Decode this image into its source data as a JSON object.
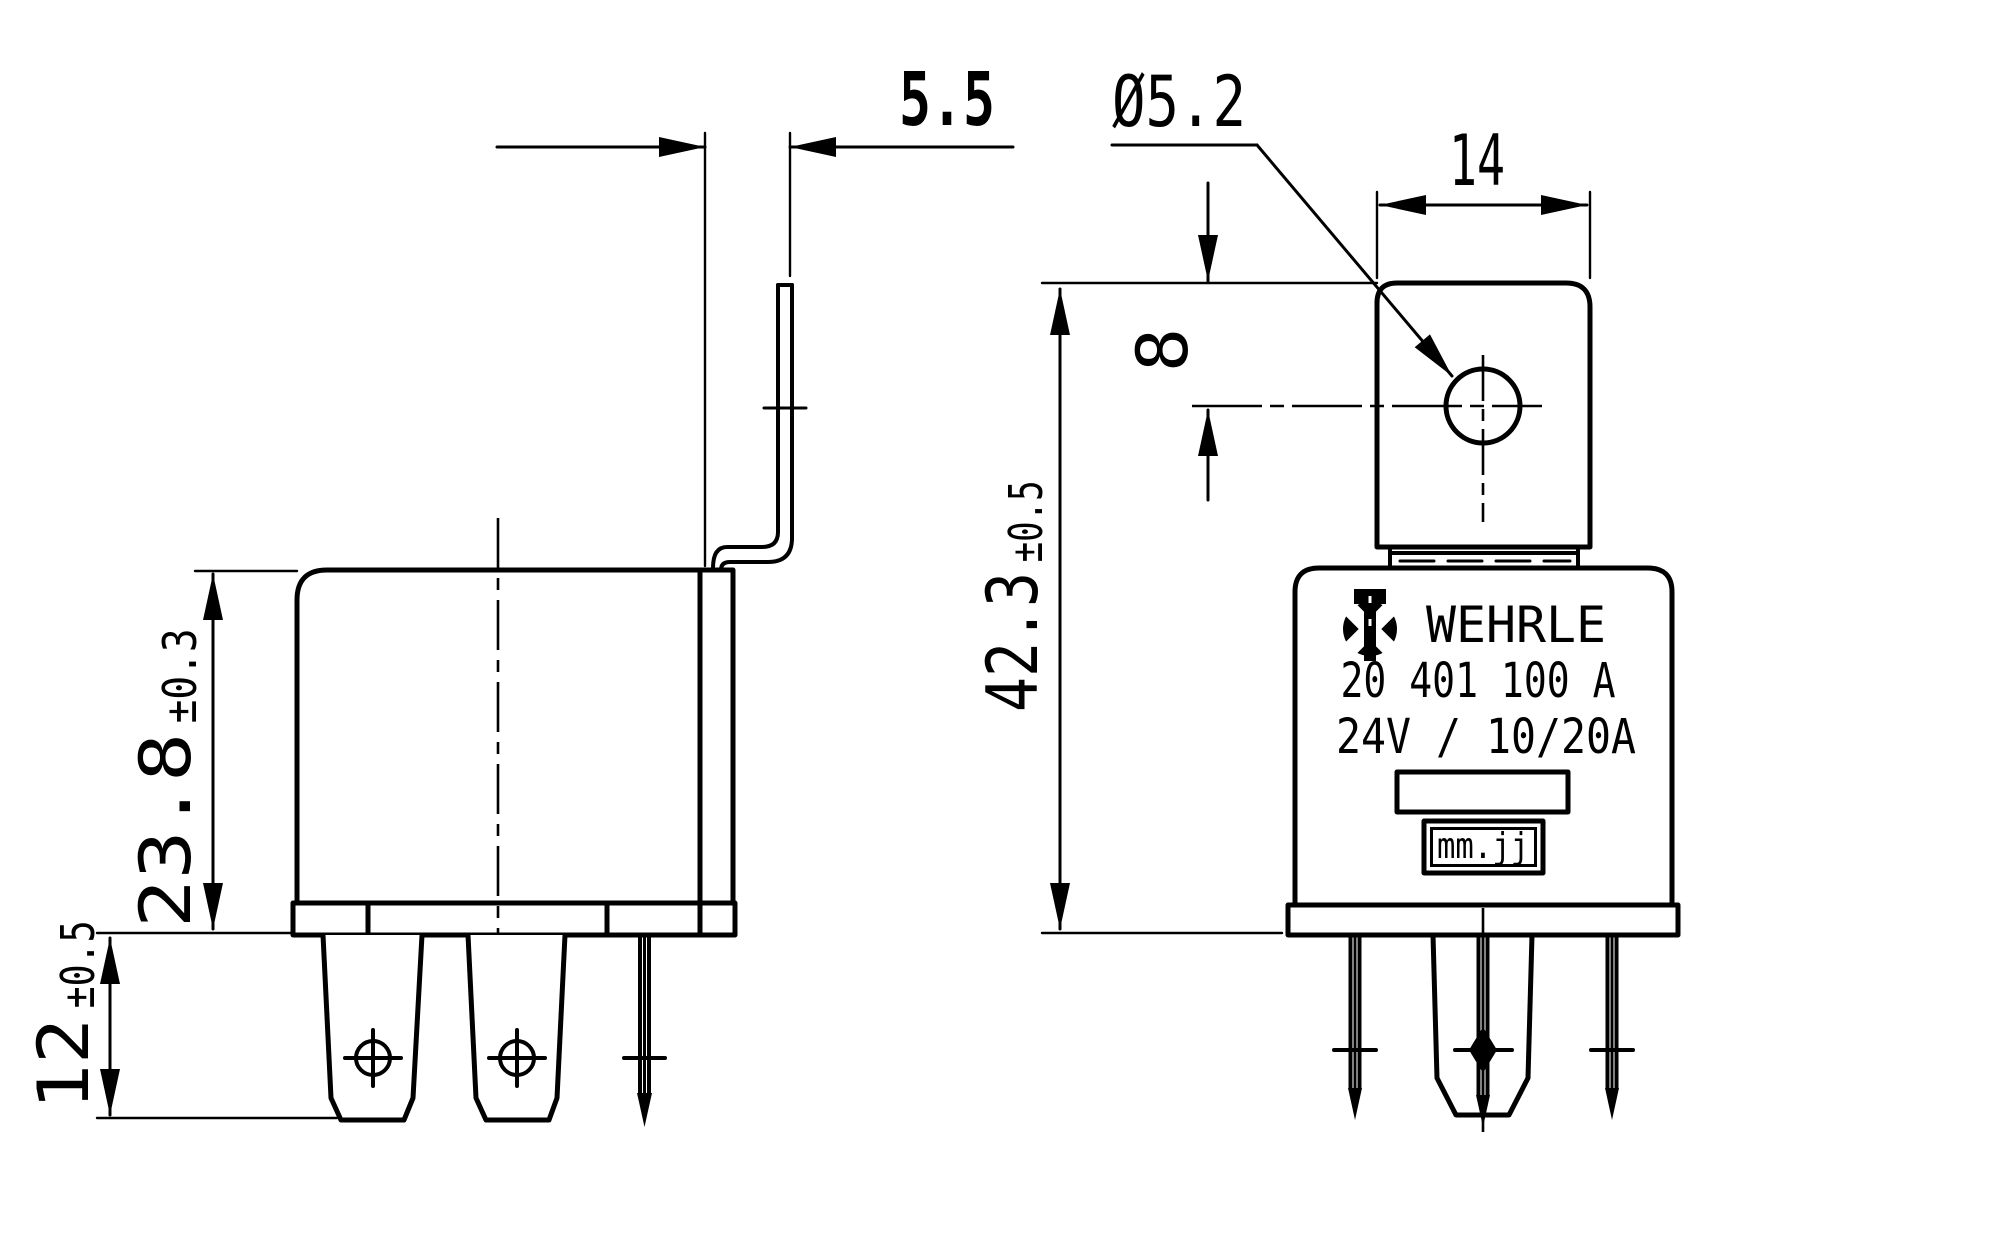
{
  "colors": {
    "ink": "#000000",
    "paper": "#ffffff"
  },
  "views": {
    "side_view": {
      "dimensions": {
        "tab_offset": {
          "value": "5.5"
        },
        "body_height": {
          "value": "23.8",
          "tolerance": "±0.3"
        },
        "pin_length": {
          "value": "12",
          "tolerance": "±0.5"
        }
      }
    },
    "front_view": {
      "dimensions": {
        "hole_diameter": {
          "value": "Ø5.2"
        },
        "tab_width": {
          "value": "14"
        },
        "hole_offset": {
          "value": "8"
        },
        "overall_height": {
          "value": "42.3",
          "tolerance": "±0.5"
        }
      },
      "label": {
        "brand": "WEHRLE",
        "part_number": "20 401 100 A",
        "rating": "24V / 10/20A",
        "date_code": "mm.jj"
      }
    }
  }
}
